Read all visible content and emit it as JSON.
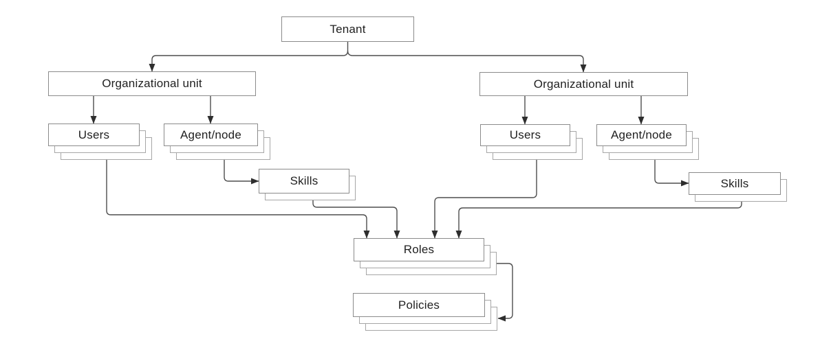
{
  "diagram": {
    "type": "hierarchy",
    "background_color": "#ffffff",
    "nodes": {
      "tenant": {
        "label": "Tenant",
        "stacked": false,
        "instances_shown": 1
      },
      "org_left": {
        "label": "Organizational unit",
        "stacked": false,
        "instances_shown": 1
      },
      "users_left": {
        "label": "Users",
        "stacked": true,
        "instances_shown": 3
      },
      "agent_left": {
        "label": "Agent/node",
        "stacked": true,
        "instances_shown": 3
      },
      "skills_left": {
        "label": "Skills",
        "stacked": true,
        "instances_shown": 2
      },
      "org_right": {
        "label": "Organizational unit",
        "stacked": false,
        "instances_shown": 1
      },
      "users_right": {
        "label": "Users",
        "stacked": true,
        "instances_shown": 3
      },
      "agent_right": {
        "label": "Agent/node",
        "stacked": true,
        "instances_shown": 3
      },
      "skills_right": {
        "label": "Skills",
        "stacked": true,
        "instances_shown": 2
      },
      "roles": {
        "label": "Roles",
        "stacked": true,
        "instances_shown": 3
      },
      "policies": {
        "label": "Policies",
        "stacked": true,
        "instances_shown": 3
      }
    },
    "edges": [
      {
        "from": "tenant",
        "to": "org_left",
        "arrow": "into-top"
      },
      {
        "from": "tenant",
        "to": "org_right",
        "arrow": "into-top"
      },
      {
        "from": "org_left",
        "to": "users_left",
        "arrow": "into-top"
      },
      {
        "from": "org_left",
        "to": "agent_left",
        "arrow": "into-top"
      },
      {
        "from": "org_right",
        "to": "users_right",
        "arrow": "into-top"
      },
      {
        "from": "org_right",
        "to": "agent_right",
        "arrow": "into-top"
      },
      {
        "from": "agent_left",
        "to": "skills_left",
        "arrow": "into-left-side"
      },
      {
        "from": "agent_right",
        "to": "skills_right",
        "arrow": "into-left-side"
      },
      {
        "from": "users_left",
        "to": "roles",
        "arrow": "into-top"
      },
      {
        "from": "skills_left",
        "to": "roles",
        "arrow": "into-top"
      },
      {
        "from": "users_right",
        "to": "roles",
        "arrow": "into-top"
      },
      {
        "from": "skills_right",
        "to": "roles",
        "arrow": "into-top"
      },
      {
        "from": "roles",
        "to": "policies",
        "arrow": "into-right-side"
      }
    ],
    "colors": {
      "box_border": "#8a8a8a",
      "stack_layer_border": "#a6a6a6",
      "connector_line": "#4d4d4d",
      "arrowhead": "#2e2e2e",
      "text": "#1f1f1f",
      "box_fill": "#ffffff"
    }
  }
}
